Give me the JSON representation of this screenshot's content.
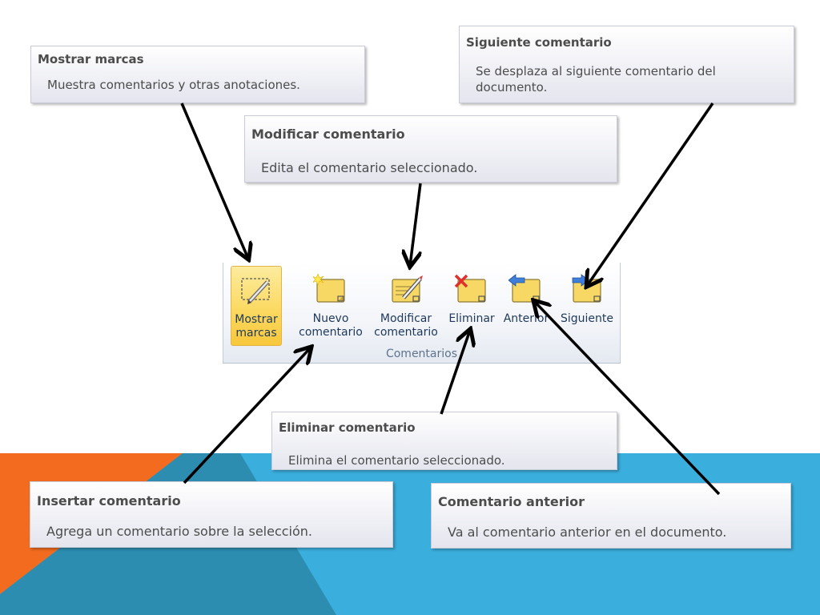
{
  "colors": {
    "orange": "#f26b1e",
    "blue": "#3aaedd",
    "teal": "#2d8db1",
    "ribbon_text": "#1e395b",
    "group_label": "#5f738c",
    "tooltip_text": "#4c4c4c",
    "highlight": "#fbd962"
  },
  "ribbon": {
    "group_label": "Comentarios",
    "buttons": [
      {
        "id": "mostrar",
        "icon": "show-markup-icon",
        "line1": "Mostrar",
        "line2": "marcas",
        "selected": true
      },
      {
        "id": "nuevo",
        "icon": "new-comment-icon",
        "line1": "Nuevo",
        "line2": "comentario"
      },
      {
        "id": "modificar",
        "icon": "edit-comment-icon",
        "line1": "Modificar",
        "line2": "comentario"
      },
      {
        "id": "eliminar",
        "icon": "delete-comment-icon",
        "line1": "Eliminar",
        "line2": ""
      },
      {
        "id": "anterior",
        "icon": "previous-comment-icon",
        "line1": "Anterior",
        "line2": ""
      },
      {
        "id": "siguiente",
        "icon": "next-comment-icon",
        "line1": "Siguiente",
        "line2": ""
      }
    ]
  },
  "tooltips": {
    "mostrar": {
      "title": "Mostrar marcas",
      "desc": "Muestra comentarios y otras anotaciones."
    },
    "siguiente": {
      "title": "Siguiente comentario",
      "desc": "Se desplaza al siguiente comentario del documento."
    },
    "modificar": {
      "title": "Modificar comentario",
      "desc": "Edita el comentario seleccionado."
    },
    "eliminar": {
      "title": "Eliminar comentario",
      "desc": "Elimina el comentario seleccionado."
    },
    "insertar": {
      "title": "Insertar comentario",
      "desc": "Agrega un comentario sobre la selección."
    },
    "anterior": {
      "title": "Comentario anterior",
      "desc": "Va al comentario anterior en el documento."
    }
  }
}
